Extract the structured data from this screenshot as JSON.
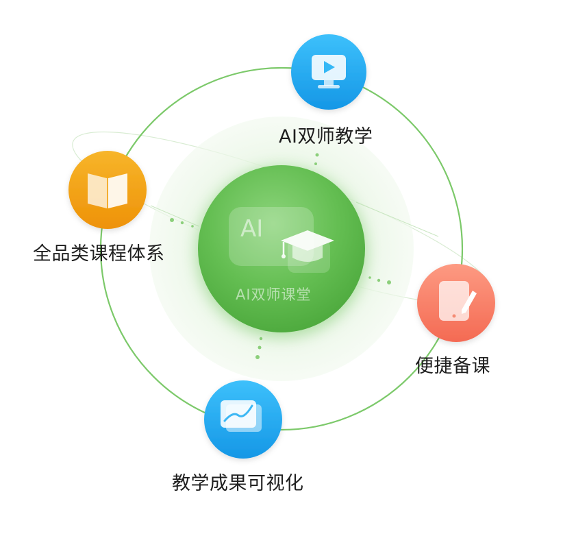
{
  "center": {
    "title": "AI双师课堂",
    "badge_text": "AI",
    "icon": "graduation-cap-icon",
    "color": "#5cba4c"
  },
  "nodes": [
    {
      "id": "ai-dual-teacher",
      "label": "AI双师教学",
      "icon": "video-monitor-icon",
      "color": "#1ea8ee"
    },
    {
      "id": "full-curriculum",
      "label": "全品类课程体系",
      "icon": "open-book-icon",
      "color": "#f0a012"
    },
    {
      "id": "easy-lesson-prep",
      "label": "便捷备课",
      "icon": "tablet-pen-icon",
      "color": "#f77c64"
    },
    {
      "id": "visual-results",
      "label": "教学成果可视化",
      "icon": "line-chart-icon",
      "color": "#1ea8ee"
    }
  ],
  "colors": {
    "ring": "#7cc96a",
    "halo": "#eaf6e6",
    "label_text": "#1f1f1f"
  }
}
